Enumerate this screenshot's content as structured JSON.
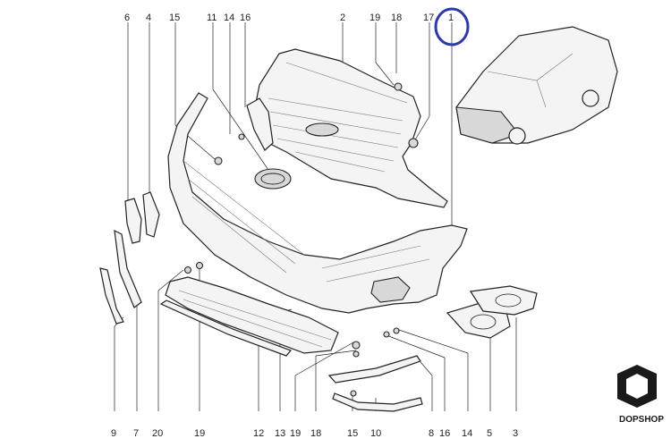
{
  "callouts": [
    {
      "id": "c6a",
      "text": "6"
    },
    {
      "id": "c4a",
      "text": "4"
    },
    {
      "id": "c15",
      "text": "15"
    },
    {
      "id": "c11",
      "text": "11"
    },
    {
      "id": "c14a",
      "text": "14"
    },
    {
      "id": "c16a",
      "text": "16"
    },
    {
      "id": "c2",
      "text": "2"
    },
    {
      "id": "c19a",
      "text": "19"
    },
    {
      "id": "c18a",
      "text": "18"
    },
    {
      "id": "c17",
      "text": "17"
    },
    {
      "id": "c1",
      "text": "1"
    },
    {
      "id": "c9",
      "text": "9"
    },
    {
      "id": "c7",
      "text": "7"
    },
    {
      "id": "c20",
      "text": "20"
    },
    {
      "id": "c19b",
      "text": "19"
    },
    {
      "id": "c12",
      "text": "12"
    },
    {
      "id": "c13",
      "text": "13"
    },
    {
      "id": "c19c",
      "text": "19"
    },
    {
      "id": "c18b",
      "text": "18"
    },
    {
      "id": "c15b",
      "text": "15"
    },
    {
      "id": "c10",
      "text": "10"
    },
    {
      "id": "c8",
      "text": "8"
    },
    {
      "id": "c16b",
      "text": "16"
    },
    {
      "id": "c14b",
      "text": "14"
    },
    {
      "id": "c5",
      "text": "5"
    },
    {
      "id": "c3",
      "text": "3"
    }
  ],
  "highlight": {
    "label": "1",
    "color": "#2b3aa8"
  },
  "brand": {
    "text": "DOPSHOP",
    "color": "#1a8fc9"
  }
}
